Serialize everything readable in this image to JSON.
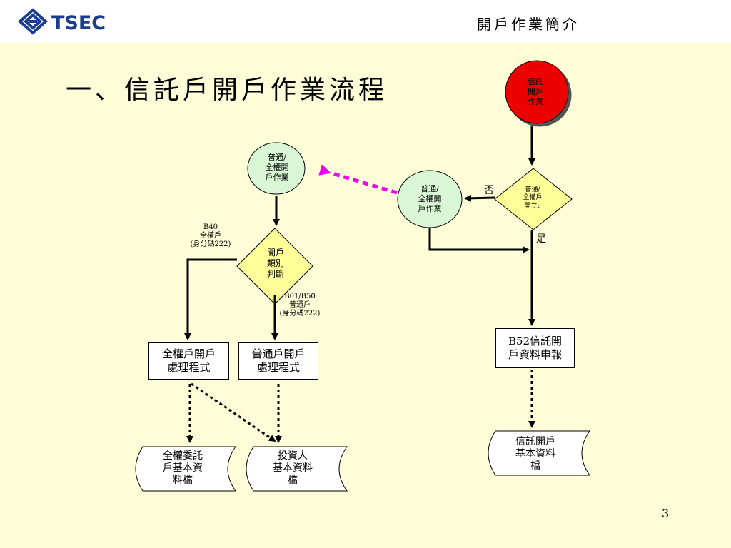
{
  "header": {
    "logo_text": "TSEC",
    "title": "開戶作業簡介"
  },
  "page_title": "一、信託戶開戶作業流程",
  "nodes": {
    "start": "信託\n開戶\n作業",
    "decision_open": "普通/\n全權戶\n開立?",
    "proc_right": "普通/\n全權開\n戶作業",
    "proc_left": "普通/\n全權開\n戶作業",
    "decision_type": "開戶\n類別\n判斷",
    "box_full": "全權戶開戶\n處理程式",
    "box_normal": "普通戶開戶\n處理程式",
    "box_b52": "B52信託開\n戶資料申報",
    "file_full": "全權委託\n戶基本資\n料檔",
    "file_investor": "投資人\n基本資料\n檔",
    "file_trust": "信託開戶\n基本資料\n檔"
  },
  "labels": {
    "no": "否",
    "yes": "是",
    "b40": "B40\n全權戶\n(身分碼222)",
    "b01": "B01/B50\n普通戶\n(身分碼222)"
  },
  "page_number": "3",
  "colors": {
    "background": "#FFFDD8",
    "start_fill": "#EE0000",
    "process_fill": "#D9F7D5",
    "decision_fill": "#FFFF99",
    "dashed_arrow": "#EE00EE",
    "logo_blue": "#1A3D8F"
  }
}
